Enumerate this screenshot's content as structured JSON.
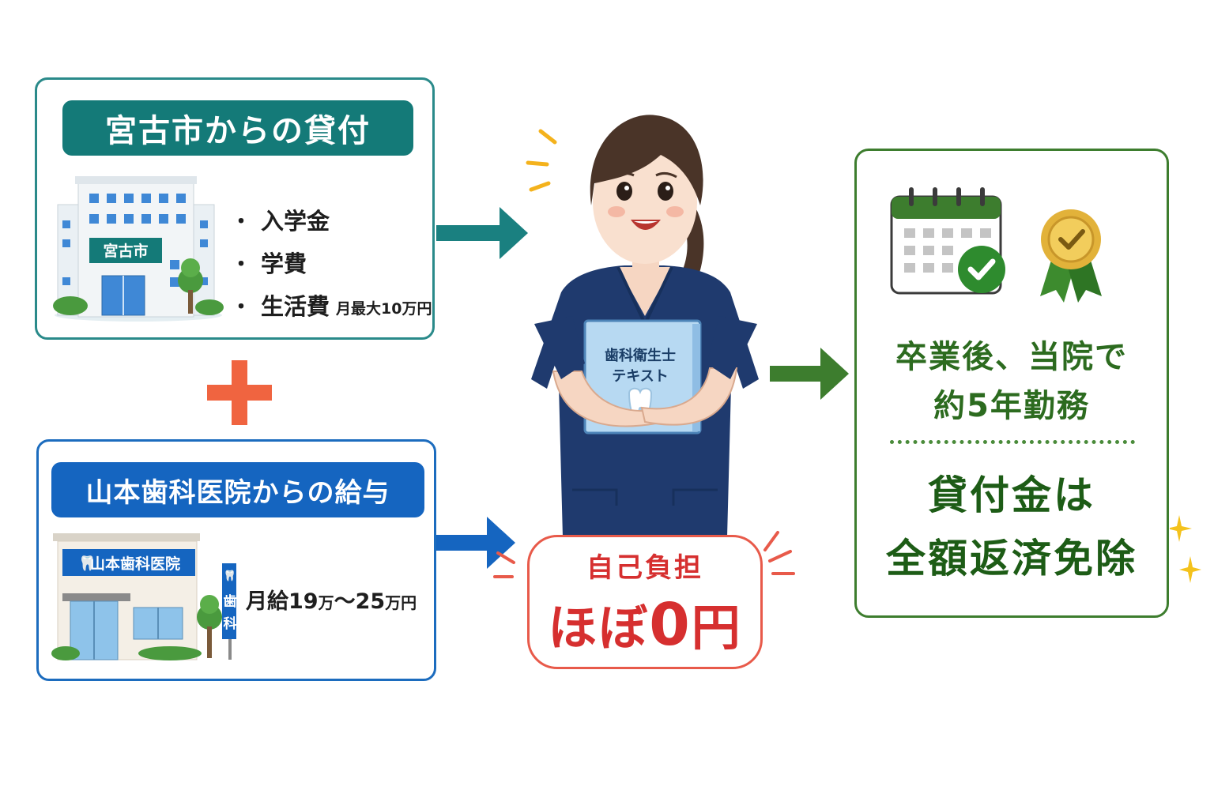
{
  "loan_card": {
    "title": "宮古市からの貸付",
    "building_sign": "宮古市",
    "items": [
      {
        "label": "入学金",
        "note": ""
      },
      {
        "label": "学費",
        "note": ""
      },
      {
        "label": "生活費",
        "note": "月最大10万円"
      }
    ]
  },
  "salary_card": {
    "title": "山本歯科医院からの給与",
    "clinic_sign": "山本歯科医院",
    "vertical_sign": [
      "歯",
      "科"
    ],
    "amount_prefix": "月給19",
    "amount_unit1": "万",
    "amount_middle": "～25",
    "amount_unit2": "万円"
  },
  "textbook_title": [
    "歯科衛生士",
    "テキスト"
  ],
  "cost_badge": {
    "label": "自己負担",
    "value_prefix": "ほぼ",
    "value_number": "0",
    "value_unit": "円"
  },
  "result_card": {
    "condition_lines": [
      "卒業後、当院で",
      "約5年勤務"
    ],
    "outcome_lines": [
      "貸付金は",
      "全額返済免除"
    ]
  },
  "colors": {
    "teal": "#147a78",
    "blue": "#1565c0",
    "red": "#d62f2f",
    "green": "#2c6b1f",
    "orange_plus": "#f06440",
    "scrubs": "#1f3a6e"
  }
}
